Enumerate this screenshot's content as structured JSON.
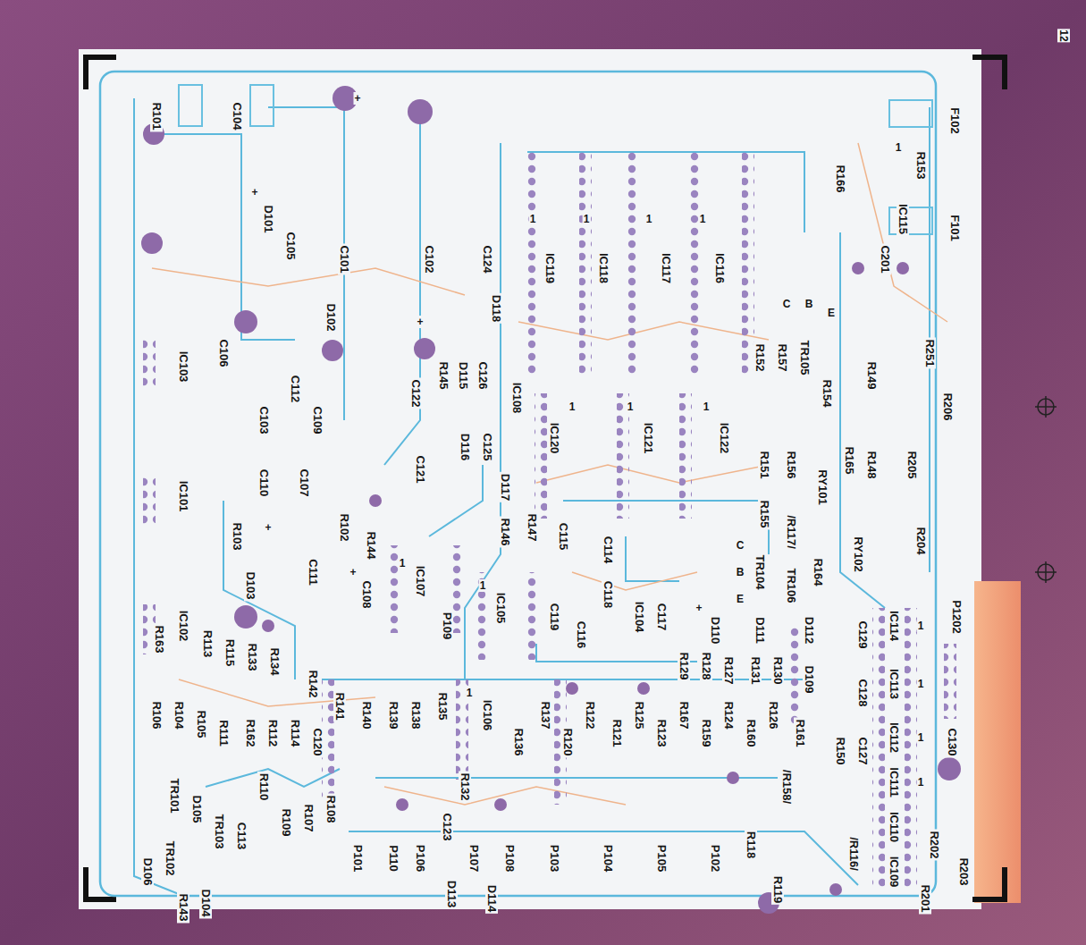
{
  "diagram": {
    "labels": [
      "R101",
      "C104",
      "D101",
      "C105",
      "C106",
      "D102",
      "C101",
      "C102",
      "C124",
      "F102",
      "F101",
      "R206",
      "P1202",
      "R203",
      "R153",
      "IC115",
      "C201",
      "R251",
      "R205",
      "R204",
      "IC114",
      "IC113",
      "IC112",
      "IC111",
      "IC110",
      "IC109",
      "R202",
      "R201",
      "R166",
      "C129",
      "C128",
      "C127",
      "R150",
      "R152",
      "R157",
      "TR105",
      "C",
      "B",
      "E",
      "R154",
      "R149",
      "R148",
      "R165",
      "RY101",
      "RY102",
      "R156",
      "R151",
      "R155",
      "/R117/",
      "R164",
      "TR104",
      "C",
      "B",
      "E",
      "TR106",
      "D110",
      "D111",
      "/R158/",
      "C130",
      "D112",
      "D109",
      "R161",
      "R126",
      "R160",
      "R124",
      "R159",
      "R167",
      "R123",
      "R125",
      "R121",
      "R122",
      "R120",
      "R137",
      "R136",
      "IC106",
      "R132",
      "R135",
      "R138",
      "R139",
      "R140",
      "R141",
      "R142",
      "R131",
      "R130",
      "R127",
      "R128",
      "R129",
      "C117",
      "IC104",
      "C116",
      "C119",
      "C118",
      "C114",
      "C115",
      "R147",
      "R146",
      "D117",
      "C125",
      "D116",
      "IC108",
      "D118",
      "C126",
      "D115",
      "R145",
      "C122",
      "C121",
      "IC105",
      "IC107",
      "P109",
      "R144",
      "R102",
      "C108",
      "C111",
      "D103",
      "R103",
      "C107",
      "C110",
      "C103",
      "C109",
      "C112",
      "IC103",
      "IC101",
      "IC102",
      "R163",
      "R113",
      "R115",
      "R133",
      "R134",
      "R106",
      "R104",
      "R105",
      "R111",
      "R162",
      "R112",
      "R114",
      "C120",
      "TR101",
      "D105",
      "TR102",
      "D106",
      "TR103",
      "C113",
      "R110",
      "R109",
      "R107",
      "R108",
      "D104",
      "R143",
      "P101",
      "P110",
      "P106",
      "C123",
      "P107",
      "D113",
      "D114",
      "P108",
      "P103",
      "P104",
      "P105",
      "P102",
      "R118",
      "R119",
      "/R116/",
      "IC119",
      "IC118",
      "IC117",
      "IC116",
      "IC120",
      "IC121",
      "IC122",
      "12",
      "1",
      "1",
      "1",
      "1",
      "1",
      "1",
      "1",
      "1",
      "1",
      "1",
      "1",
      "1",
      "1",
      "1",
      "1",
      "+",
      "+",
      "+",
      "+",
      "+",
      "+"
    ]
  }
}
